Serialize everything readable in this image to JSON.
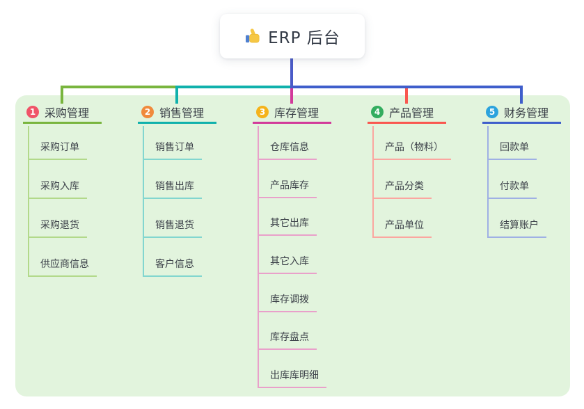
{
  "root": {
    "title": "ERP 后台",
    "icon": "thumbs-up-icon"
  },
  "connector": {
    "root_color": "#4a5bc8"
  },
  "colors": {
    "page_bg": "#ffffff",
    "panel_bg": "#e2f4dd"
  },
  "branches": [
    {
      "num": "1",
      "title": "采购管理",
      "circle_color": "#f05468",
      "line_color": "#79b53e",
      "light_color": "#b2d98a",
      "children": [
        "采购订单",
        "采购入库",
        "采购退货",
        "供应商信息"
      ]
    },
    {
      "num": "2",
      "title": "销售管理",
      "circle_color": "#f08a3c",
      "line_color": "#10b1ac",
      "light_color": "#82d6cf",
      "children": [
        "销售订单",
        "销售出库",
        "销售退货",
        "客户信息"
      ]
    },
    {
      "num": "3",
      "title": "库存管理",
      "circle_color": "#f5b31b",
      "line_color": "#d23a9a",
      "light_color": "#e9a0ca",
      "children": [
        "仓库信息",
        "产品库存",
        "其它出库",
        "其它入库",
        "库存调拨",
        "库存盘点",
        "出库库明细"
      ]
    },
    {
      "num": "4",
      "title": "产品管理",
      "circle_color": "#33ad5f",
      "line_color": "#f9574f",
      "light_color": "#fba6a0",
      "children": [
        "产品（物料）",
        "产品分类",
        "产品单位"
      ]
    },
    {
      "num": "5",
      "title": "财务管理",
      "circle_color": "#2ca3dd",
      "line_color": "#3f5ecb",
      "light_color": "#9fb0e4",
      "children": [
        "回款单",
        "付款单",
        "结算账户"
      ]
    }
  ]
}
